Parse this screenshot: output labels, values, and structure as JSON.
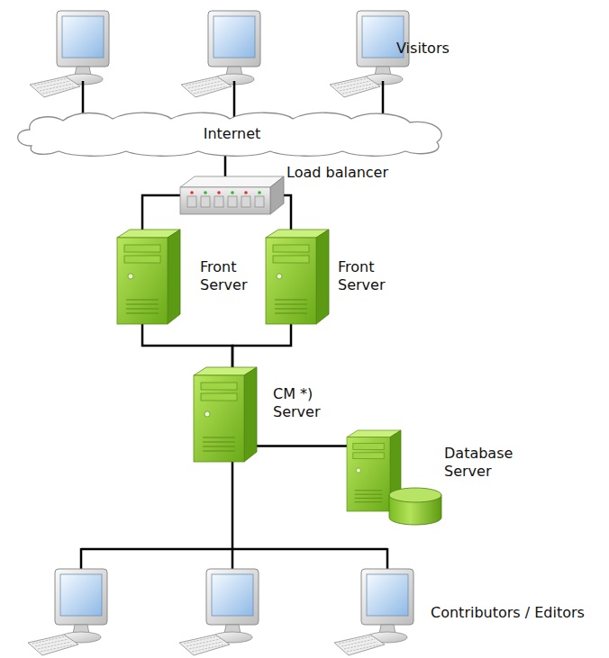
{
  "diagram": {
    "nodes": [
      {
        "text": [
          "Internet"
        ]
      },
      {
        "text": [
          "Load balancer"
        ]
      },
      {
        "text": [
          "Front Server"
        ]
      },
      {
        "text": [
          "Front Server"
        ]
      },
      {
        "text": [
          "CM *) Server"
        ]
      },
      {
        "text": [
          "Database Server"
        ]
      }
    ],
    "edges": [
      {
        "from": 0,
        "to": 1,
        "arrow": "none"
      },
      {
        "from": 1,
        "to": 2,
        "arrow": "none"
      },
      {
        "from": 1,
        "to": 3,
        "arrow": "none"
      },
      {
        "from": 2,
        "to": 4,
        "arrow": "none"
      },
      {
        "from": 3,
        "to": 4,
        "arrow": "none"
      },
      {
        "from": 4,
        "to": 5,
        "arrow": "none"
      }
    ],
    "labels": [
      "Visitors",
      "Contributors / Editors"
    ]
  }
}
